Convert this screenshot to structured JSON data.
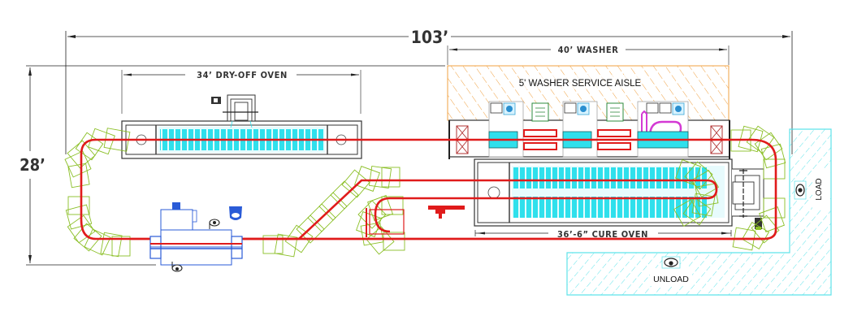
{
  "dimensions": {
    "overall_length": "103’",
    "overall_width": "28’",
    "washer": "40’ WASHER",
    "dry_off_oven": "34’ DRY-OFF OVEN",
    "cure_oven": "36’-6” CURE OVEN"
  },
  "zones": {
    "washer_service_aisle": "5' WASHER SERVICE AISLE",
    "load": "LOAD",
    "unload": "UNLOAD"
  },
  "colors": {
    "conveyor": "#e01b1b",
    "conveyor_chain": "#8bbf26",
    "heater_panels": "#2fe0ec",
    "service_aisle_hatch": "#f0a040",
    "load_zone": "#5fe3ea",
    "equipment_blue": "#2a5bd7",
    "pump_green": "#2e8b3e",
    "heat_exchanger_magenta": "#d43ad4",
    "outline": "#222222"
  },
  "icons": {
    "operator_load": "operator-icon",
    "operator_unload": "operator-icon",
    "fan_motor": "motor-icon",
    "burner": "burner-icon"
  }
}
